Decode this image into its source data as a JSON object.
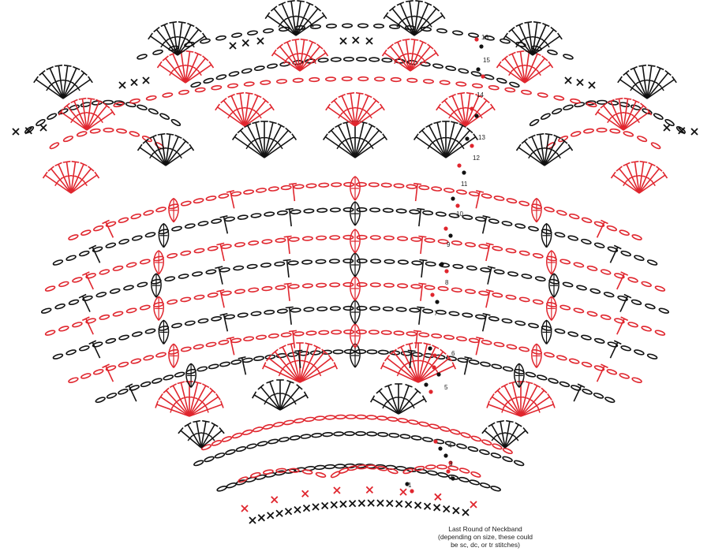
{
  "diagram": {
    "colors": {
      "black_rounds": "#111111",
      "red_rounds": "#e0262e"
    },
    "round_numbers": [
      "1",
      "2",
      "3",
      "4",
      "5",
      "6",
      "7",
      "8",
      "9",
      "10",
      "11",
      "12",
      "13",
      "14",
      "15",
      "16"
    ],
    "note_lines": [
      "Last Round of Neckband",
      "(depending on size, these could",
      "be sc, dc, or tr stitches)"
    ]
  }
}
